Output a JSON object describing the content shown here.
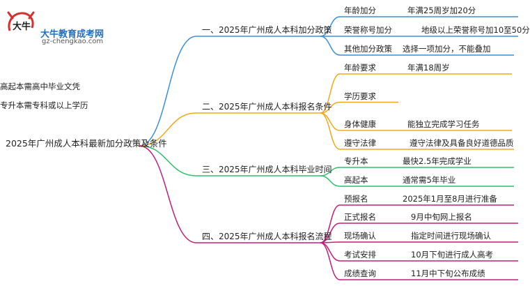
{
  "logo": {
    "name": "大牛教育成考网",
    "url": "gz-chengkao.com",
    "mark_text": "大牛"
  },
  "root": "2025年广州成人本科最新加分政策及条件",
  "branches": [
    {
      "label": "一、2025年广州成人本科加分政策",
      "color": "#3b8fd9",
      "children": [
        {
          "label": "年龄加分",
          "detail": "年满25周岁加20分"
        },
        {
          "label": "荣誉称号加分",
          "detail": "地级以上荣誉称号加10至50分"
        },
        {
          "label": "其他加分政策",
          "detail": "选择一项加分，不能叠加"
        }
      ]
    },
    {
      "label": "二、2025年广州成人本科报名条件",
      "color": "#f0a81e",
      "children": [
        {
          "label": "年龄要求",
          "details": [
            "年满18周岁"
          ]
        },
        {
          "label": "学历要求",
          "details": [
            "高起本需高中毕业文凭",
            "专升本需专科或以上学历"
          ]
        },
        {
          "label": "身体健康",
          "details": [
            "能独立完成学习任务"
          ]
        },
        {
          "label": "遵守法律",
          "details": [
            "遵守法律及具备良好道德品质"
          ]
        }
      ]
    },
    {
      "label": "三、2025年广州成人本科毕业时间",
      "color": "#2dbf6a",
      "children": [
        {
          "label": "专升本",
          "detail": "最快2.5年完成学业"
        },
        {
          "label": "高起本",
          "detail": "通常需5年毕业"
        }
      ]
    },
    {
      "label": "四、2025年广州成人本科报名流程",
      "color": "#c21f7a",
      "children": [
        {
          "label": "预报名",
          "detail": "2025年1月至8月进行准备"
        },
        {
          "label": "正式报名",
          "detail": "9月中旬网上报名"
        },
        {
          "label": "现场确认",
          "detail": "指定时间进行现场确认"
        },
        {
          "label": "考试安排",
          "detail": "10月下旬进行成人高考"
        },
        {
          "label": "成绩查询",
          "detail": "11月中下旬公布成绩"
        }
      ]
    }
  ]
}
